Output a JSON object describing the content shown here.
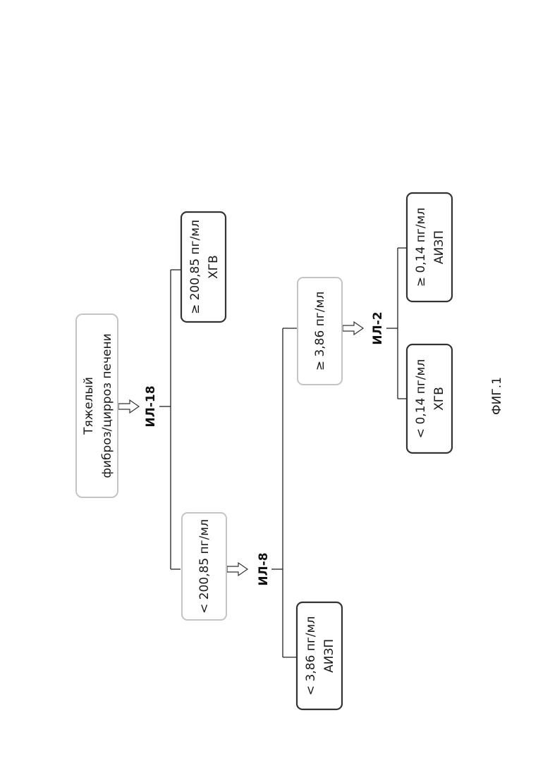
{
  "diagram": {
    "root": {
      "line1": "Тяжелый",
      "line2": "фиброз/цирроз печени"
    },
    "il18": {
      "label": "ИЛ-18",
      "low": {
        "line1": "< 200,85 пг/мл"
      },
      "high": {
        "line1": "≥ 200,85 пг/мл",
        "line2": "ХГВ"
      }
    },
    "il8": {
      "label": "ИЛ-8",
      "low": {
        "line1": "< 3,86 пг/мл",
        "line2": "АИЗП"
      },
      "high": {
        "line1": "≥ 3,86 пг/мл"
      }
    },
    "il2": {
      "label": "ИЛ-2",
      "low": {
        "line1": "< 0,14 пг/мл",
        "line2": "ХГВ"
      },
      "high": {
        "line1": "≥ 0,14 пг/мл",
        "line2": "АИЗП"
      }
    },
    "figure_label": "ФИГ.1"
  }
}
